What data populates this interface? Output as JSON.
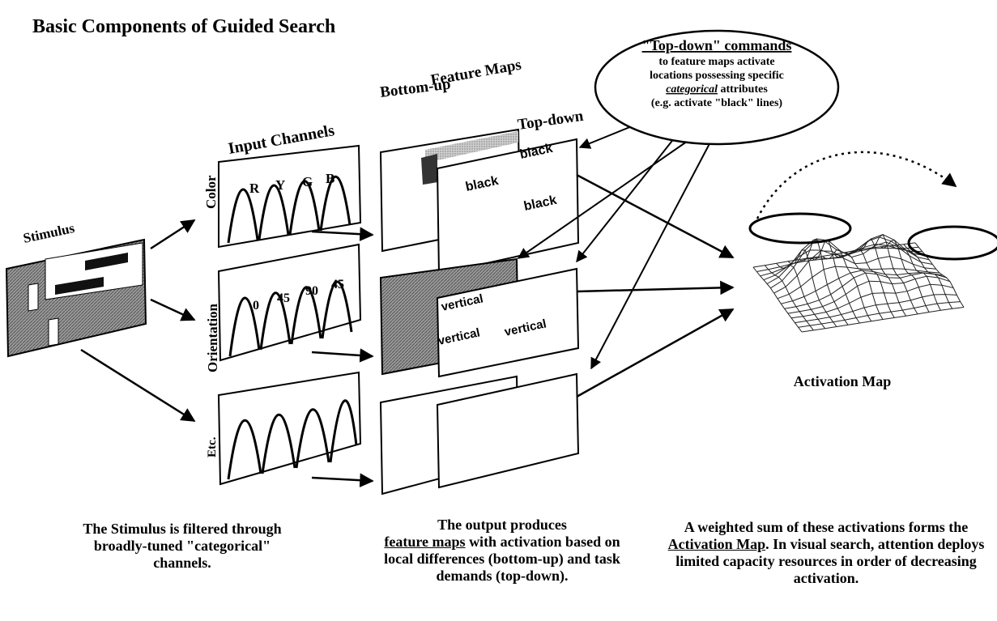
{
  "title": "Basic Components of Guided Search",
  "stimulus_label": "Stimulus",
  "input_channels_label": "Input Channels",
  "feature_maps_label": "Feature Maps",
  "bottom_up_label": "Bottom-up",
  "top_down_label": "Top-down",
  "rows": [
    {
      "label": "Color",
      "channels": [
        "R",
        "Y",
        "G",
        "B"
      ],
      "words": [
        "black",
        "black",
        "black"
      ]
    },
    {
      "label": "Orientation",
      "channels": [
        "0",
        "45",
        "90",
        "45"
      ],
      "words": [
        "vertical",
        "vertical",
        "vertical"
      ]
    },
    {
      "label": "Etc.",
      "channels": [],
      "words": []
    }
  ],
  "topdown_bubble": {
    "heading": "\"Top-down\" commands",
    "line1": "to feature maps activate",
    "line2": "locations possessing specific",
    "line3_em": "categorical",
    "line3_rest": " attributes",
    "line4": "(e.g. activate \"black\" lines)"
  },
  "activation_map_label": "Activation Map",
  "captions": {
    "left": "The Stimulus is filtered through broadly-tuned \"categorical\" channels.",
    "mid_pre": "The output produces",
    "mid_link": "feature maps",
    "mid_post": " with activation based on local differences (bottom-up) and task demands (top-down).",
    "right_pre": "A weighted sum of these activations forms the ",
    "right_link": "Activation Map",
    "right_post": ". In visual search, attention deploys limited capacity resources in order of decreasing activation."
  }
}
